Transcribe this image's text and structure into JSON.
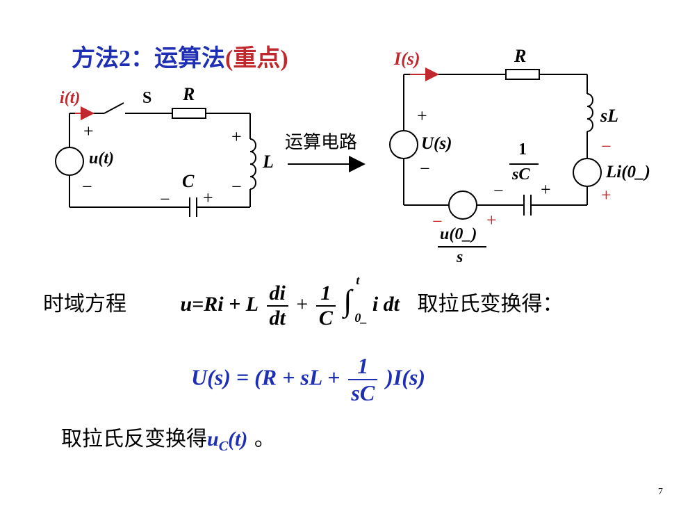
{
  "slide": {
    "title_prefix": "方法2：运算法",
    "title_emphasis": "(重点)",
    "page_number": "7"
  },
  "left_circuit": {
    "current_label": "i(t)",
    "switch_label": "S",
    "resistor_label": "R",
    "source_label": "u(t)",
    "inductor_label": "L",
    "capacitor_label": "C",
    "plus": "+",
    "minus": "−"
  },
  "arrow_label": "运算电路",
  "right_circuit": {
    "current_label": "I(s)",
    "resistor_label": "R",
    "inductor_label": "sL",
    "source_label": "U(s)",
    "cap_num": "1",
    "cap_den": "sC",
    "li_label": "Li(0_)",
    "u0_num": "u(0_)",
    "u0_den": "s",
    "plus": "+",
    "minus": "−"
  },
  "equation_time": {
    "label": "时域方程",
    "lhs": "u=Ri + L",
    "d_num": "di",
    "d_den": "dt",
    "plus": "+",
    "c_num": "1",
    "c_den": "C",
    "integral": "∫",
    "upper": "t",
    "lower": "0_",
    "integrand": "i dt",
    "suffix": "取拉氏变换得："
  },
  "equation_s": {
    "lhs": "U(s) = (R + sL +",
    "f_num": "1",
    "f_den": "sC",
    "rhs": ")I(s)"
  },
  "conclusion": {
    "text": "取拉氏反变换得",
    "var": "u",
    "sub": "C",
    "arg": "(t)",
    "end": " 。"
  },
  "colors": {
    "accent_blue": "#1f2fb3",
    "accent_red": "#c0282d"
  }
}
